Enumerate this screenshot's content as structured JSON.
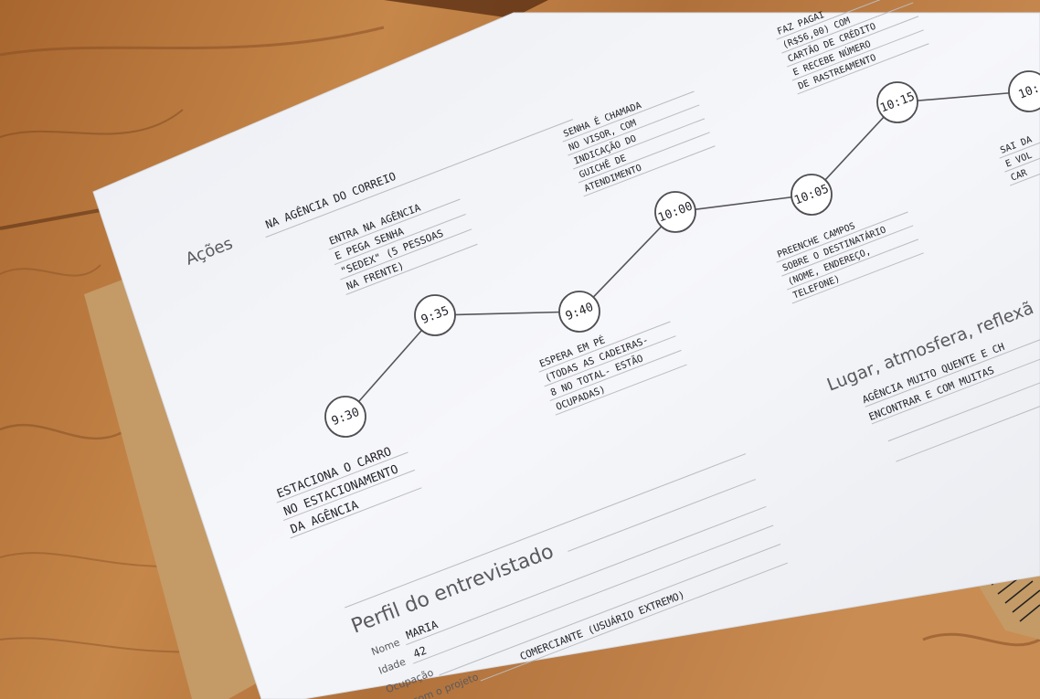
{
  "sheet": {
    "acoes_label": "Ações",
    "acoes_place": "NA AGÊNCIA DO CORREIO",
    "timeline": [
      {
        "time": "9:30",
        "note": [
          "ESTACIONA O CARRO",
          "NO ESTACIONAMENTO",
          "DA AGÊNCIA"
        ]
      },
      {
        "time": "9:35",
        "note": [
          "ENTRA NA AGÊNCIA",
          "E PEGA SENHA",
          "\"SEDEX\" (5 PESSOAS",
          "NA FRENTE)"
        ]
      },
      {
        "time": "9:40",
        "note": [
          "ESPERA EM PÉ",
          "(TODAS AS CADEIRAS-",
          "8 NO TOTAL- ESTÃO",
          "OCUPADAS)"
        ]
      },
      {
        "time": "10:00",
        "note": [
          "SENHA É CHAMADA",
          "NO VISOR, COM",
          "INDICAÇÃO DO",
          "GUICHÊ DE",
          "ATENDIMENTO"
        ]
      },
      {
        "time": "10:05",
        "note": [
          "PREENCHE CAMPOS",
          "SOBRE O DESTINATÁRIO",
          "(NOME, ENDEREÇO,",
          "TELEFONE)"
        ]
      },
      {
        "time": "10:15",
        "note": [
          "FAZ PAGAI",
          "(R$56,00) COM",
          "CARTÃO DE CRÉDITO",
          "E RECEBE NÚMERO",
          "DE RASTREAMENTO"
        ]
      },
      {
        "time": "10:",
        "note": [
          "SAI DA",
          "E VOL",
          "CAR"
        ]
      }
    ],
    "lugar_label": "Lugar, atmosfera, reflexã",
    "lugar_notes": [
      "AGÊNCIA MUITO QUENTE E CH",
      "ENCONTRAR E COM MUITAS"
    ],
    "perfil_title": "Perfil do entrevistado",
    "fields": [
      {
        "label": "Nome",
        "value": "MARIA"
      },
      {
        "label": "Idade",
        "value": "42"
      },
      {
        "label": "Ocupação",
        "value": ""
      },
      {
        "label": "ção com o projeto",
        "value": "COMERCIANTE (USUÁRIO EXTREMO)"
      }
    ]
  },
  "colors": {
    "wood": "#b8763e",
    "wood_dark": "#8a4f24",
    "paper": "#f4f5f9",
    "kraft": "#c49a66",
    "ink": "#23232b",
    "printed": "#5a5a5e"
  }
}
